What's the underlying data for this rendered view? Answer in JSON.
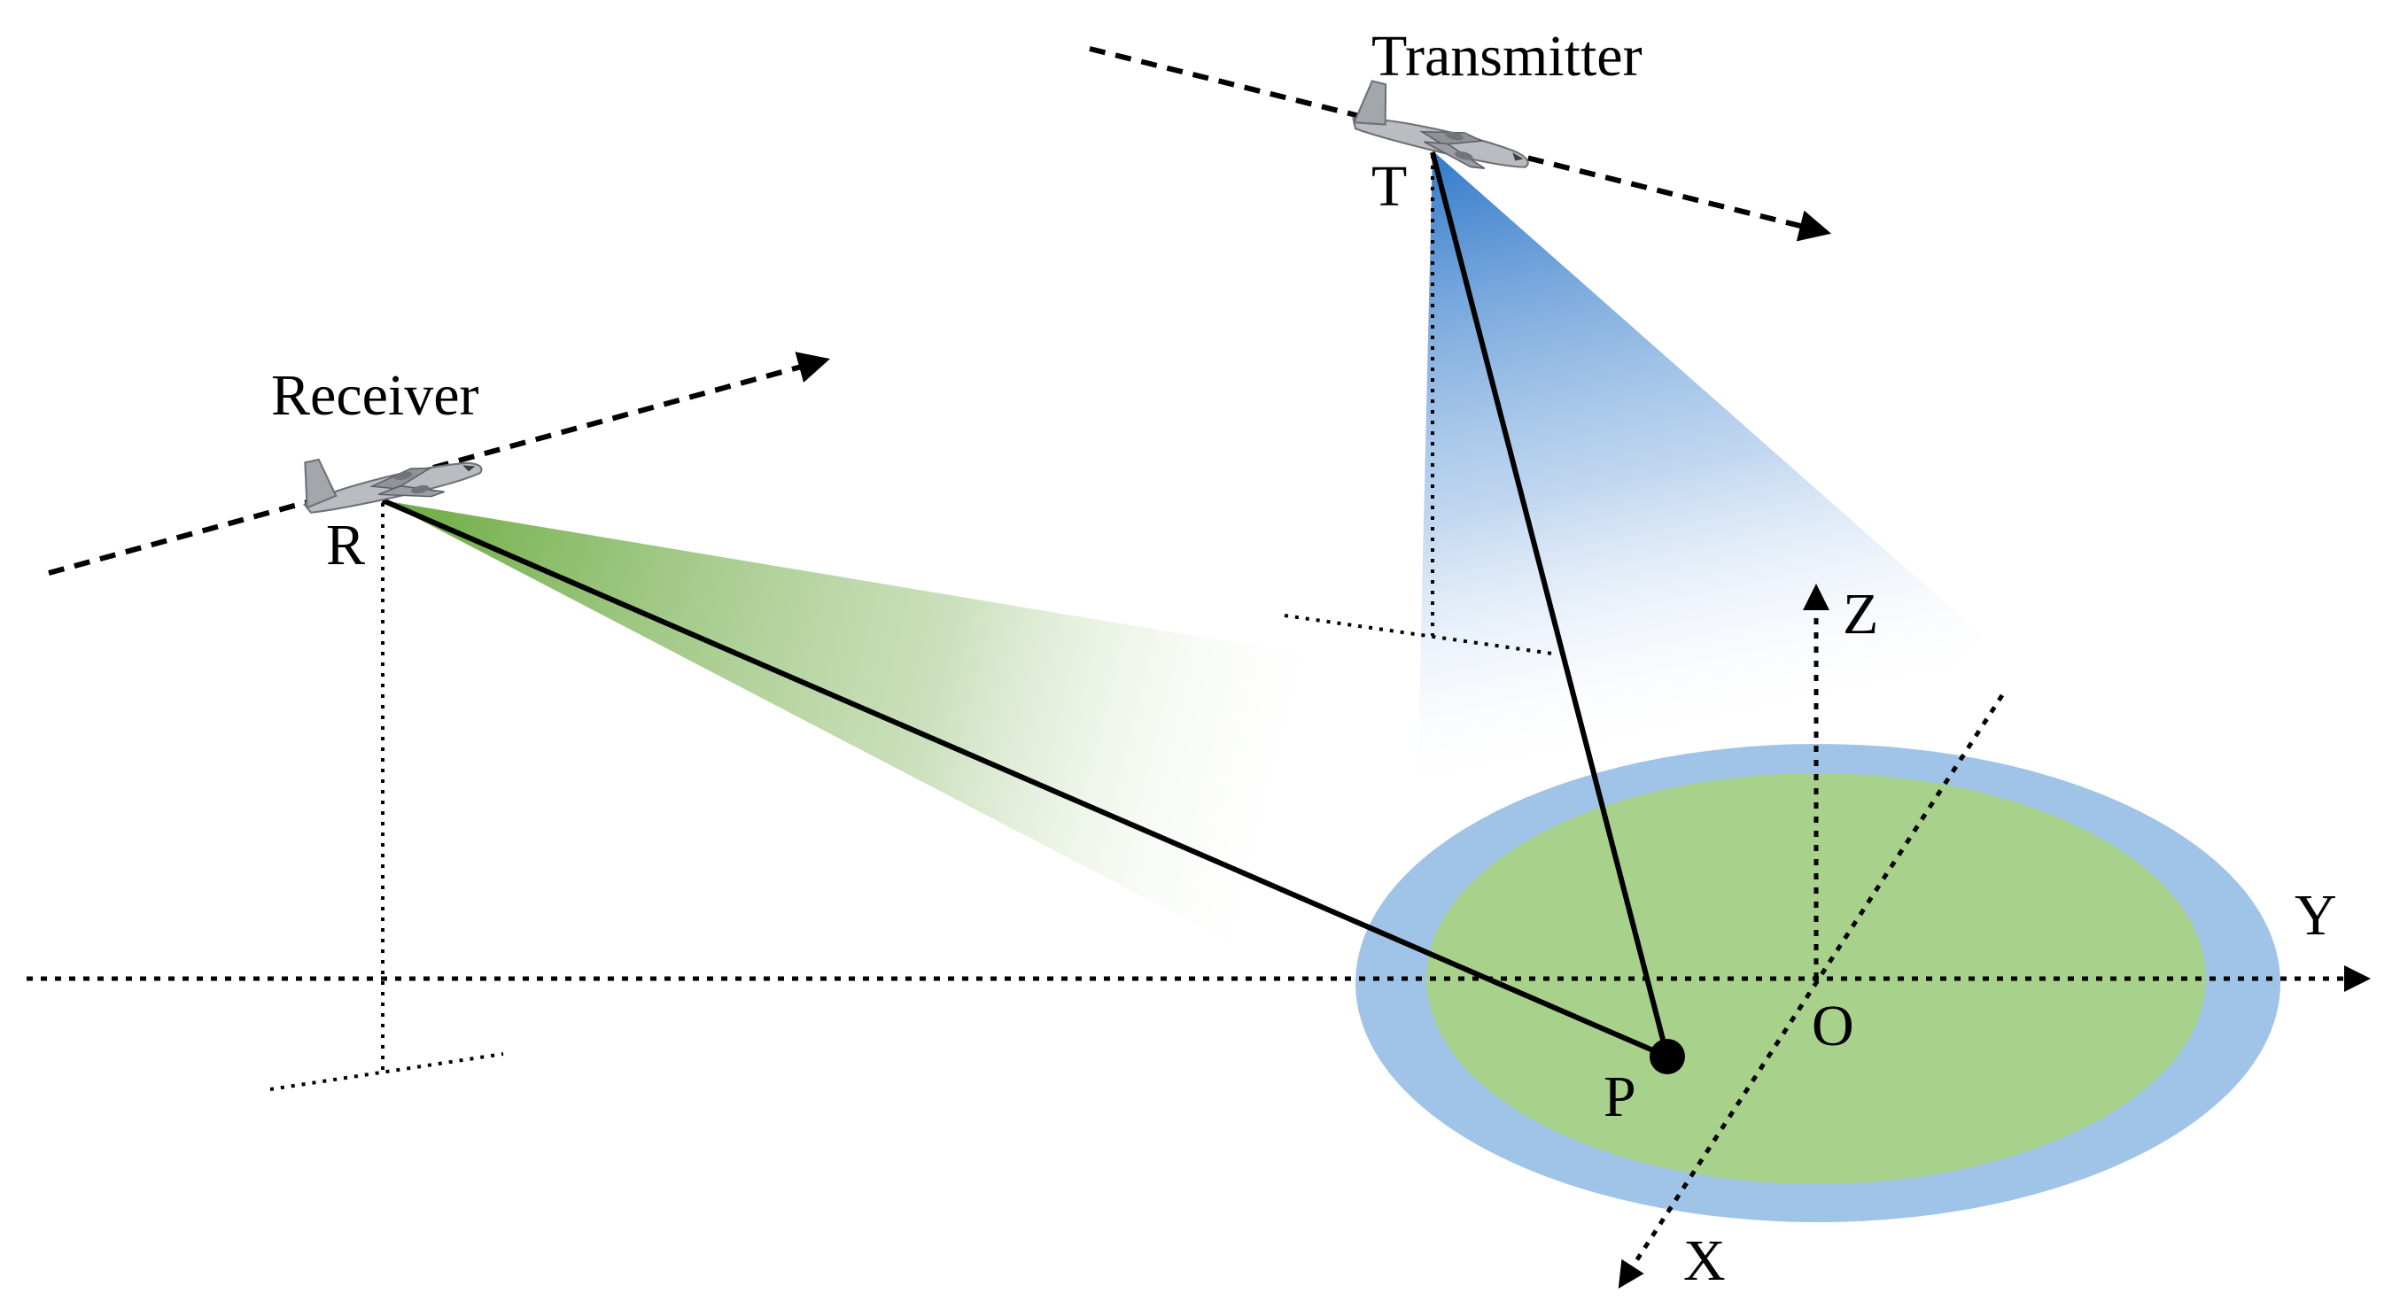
{
  "labels": {
    "transmitter": "Transmitter",
    "receiver": "Receiver",
    "t": "T",
    "r": "R",
    "p": "P",
    "o": "O",
    "x": "X",
    "y": "Y",
    "z": "Z"
  },
  "colors": {
    "transmitter_beam": "#3a7fcc",
    "receiver_beam": "#6aaa3e",
    "outer_ellipse": "#9fc4e8",
    "inner_ellipse": "#a8d18c",
    "lines": "#000000"
  },
  "icons": {
    "transmitter_aircraft": "aircraft-icon",
    "receiver_aircraft": "aircraft-icon"
  }
}
